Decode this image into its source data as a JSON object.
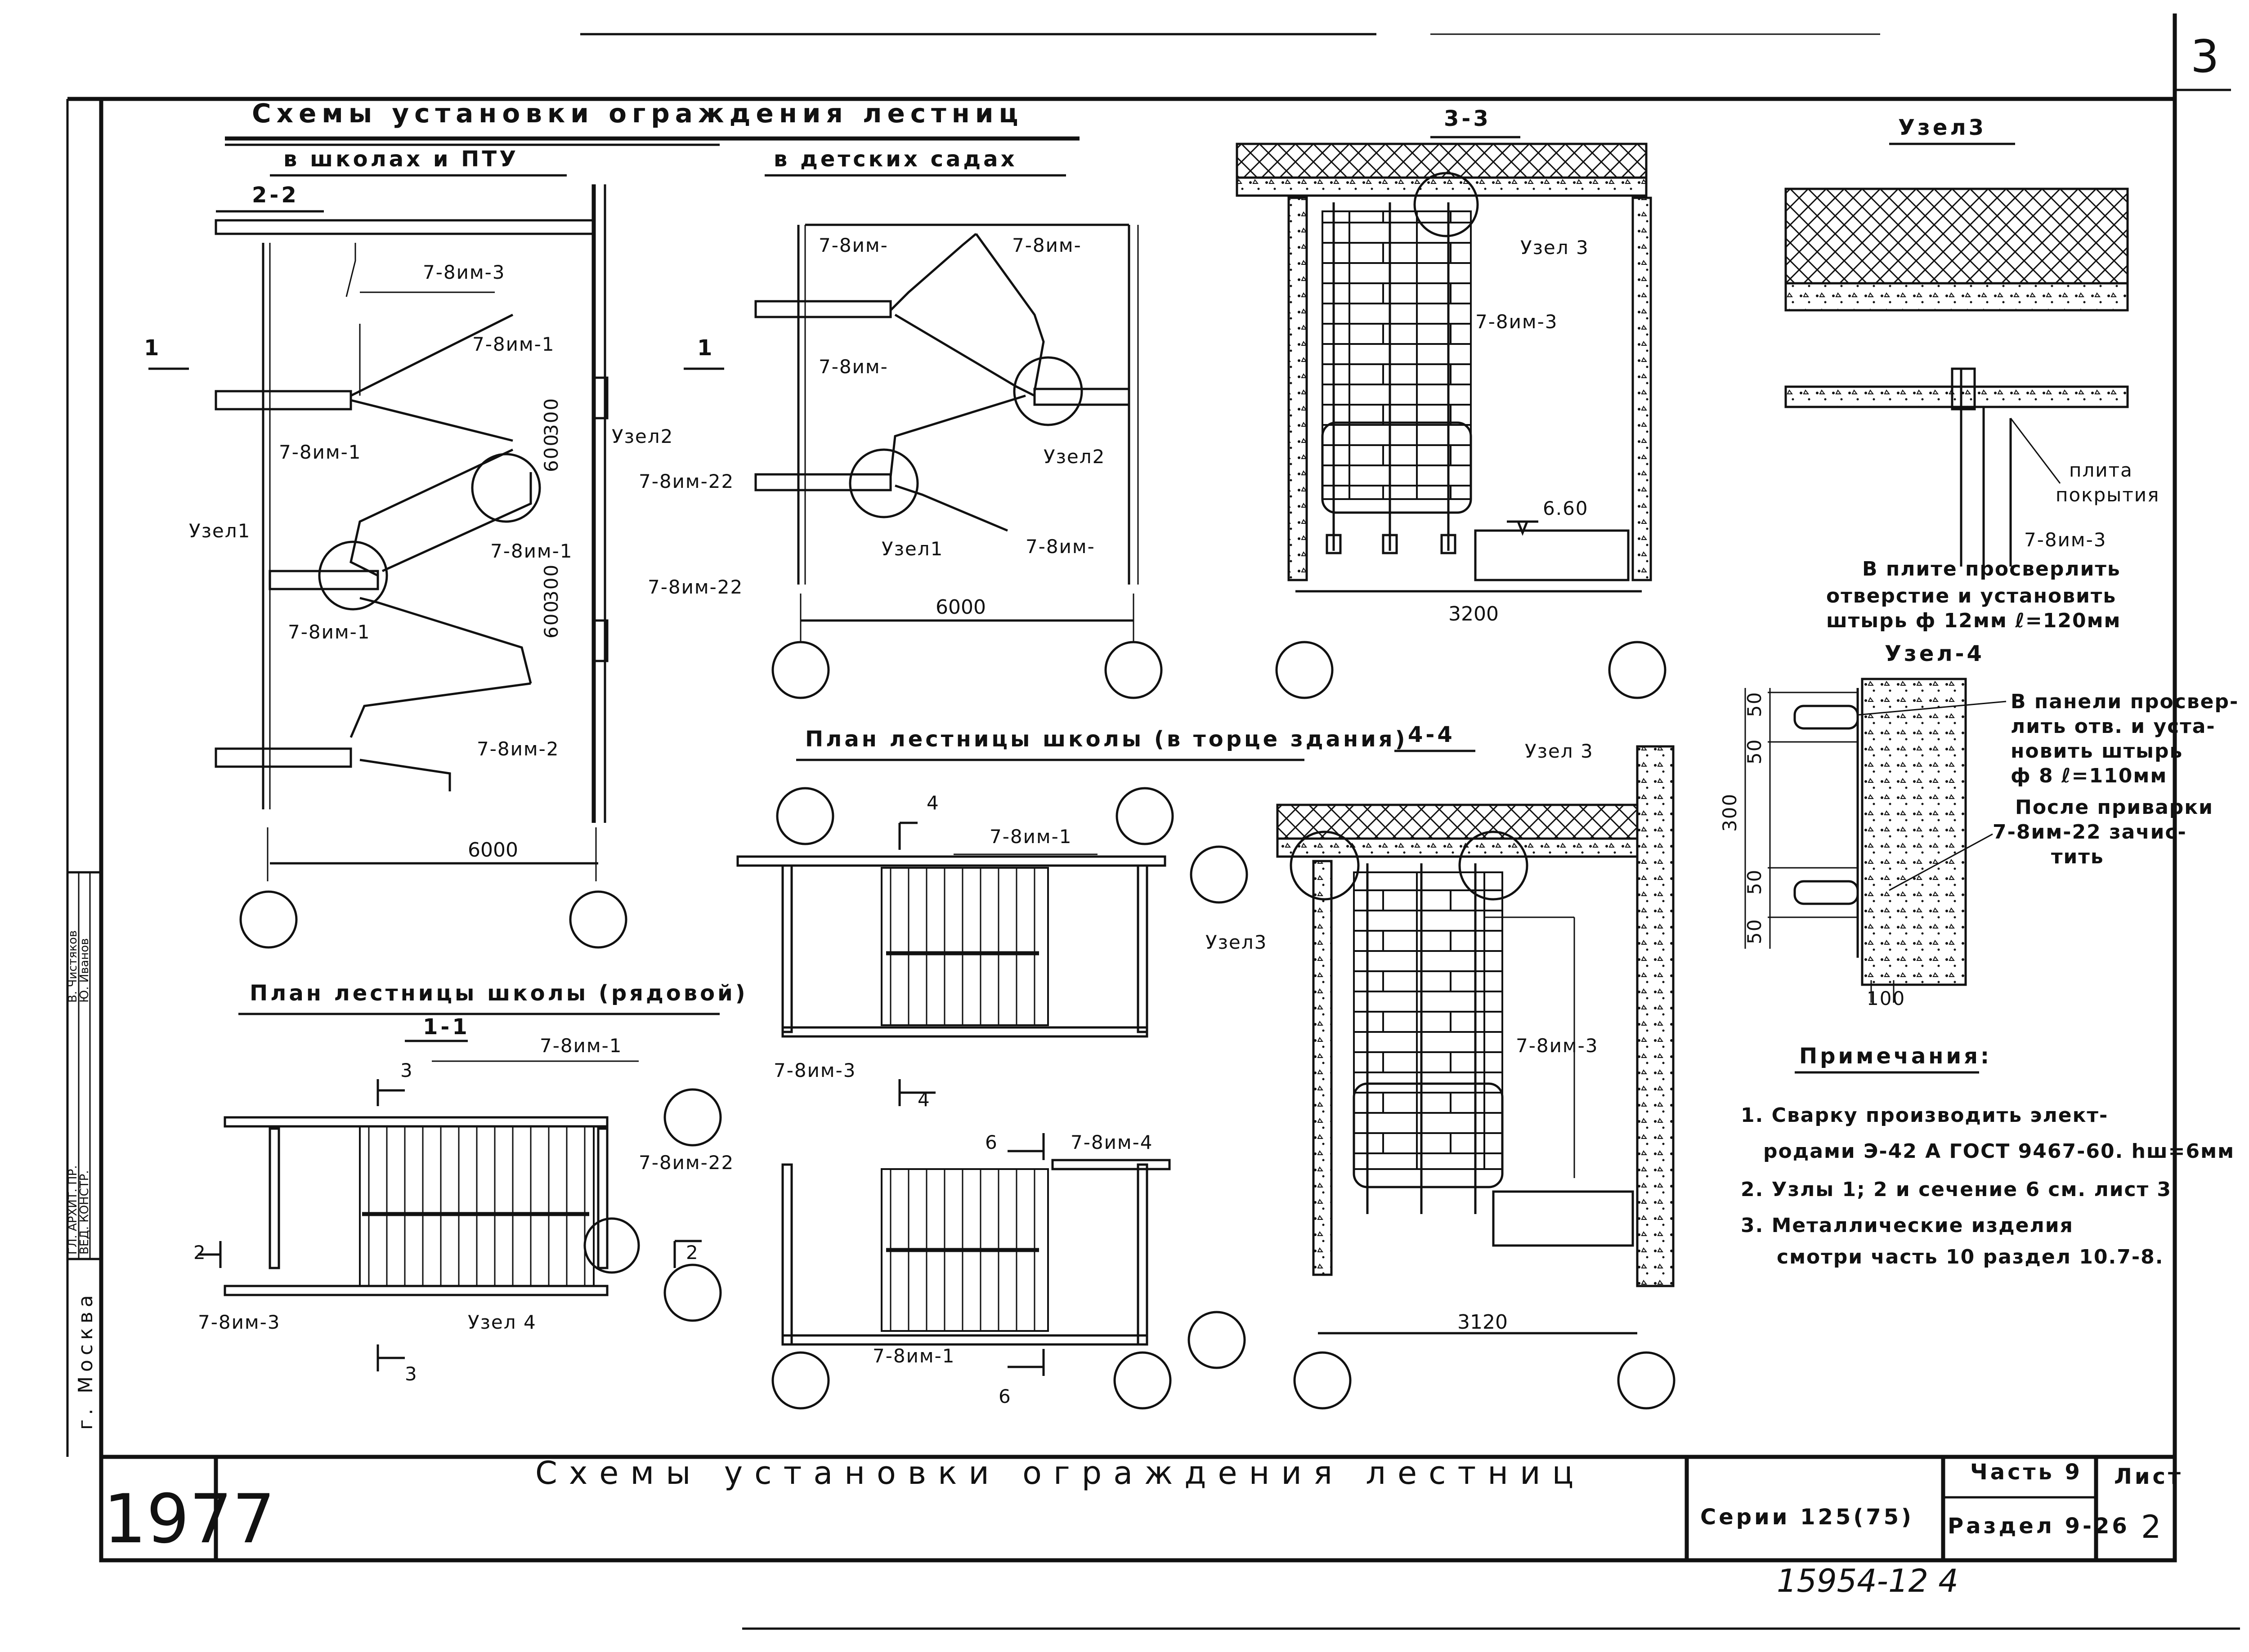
{
  "sheet": {
    "corner_number": "3",
    "header_title": "Схемы установки ограждения лестниц",
    "sub_schools": "в школах и ПТУ",
    "sub_kindergartens": "в детских садах"
  },
  "section_2_2": {
    "label": "2-2",
    "marks": [
      "7-8им-3",
      "7-8им-1",
      "7-8им-1",
      "7-8им-1",
      "7-8им-1",
      "7-8им-2",
      "7-8им-22",
      "7-8им-22"
    ],
    "nodes": [
      "Узел1",
      "Узел2"
    ],
    "cut_left": "1",
    "cut_right": "1",
    "dims_vert": [
      "600",
      "300",
      "600",
      "300"
    ],
    "span": "6000"
  },
  "kinder": {
    "marks": [
      "7-8им-",
      "7-8им-",
      "7-8им-",
      "7-8им-"
    ],
    "nodes": [
      "Узел2",
      "Узел1"
    ],
    "span": "6000"
  },
  "section_3_3": {
    "label": "3-3",
    "node": "Узел 3",
    "mark": "7-8им-3",
    "level": "6.60",
    "span": "3200"
  },
  "node3": {
    "title": "Узел3",
    "slab_label_1": "плита",
    "slab_label_2": "покрытия",
    "mark": "7-8им-3",
    "note_1": "В плите просверлить",
    "note_2": "отверстие и установить",
    "note_3": "штырь ф 12мм ℓ=120мм"
  },
  "node4": {
    "title": "Узел-4",
    "note_1": "В панели просвер-",
    "note_2": "лить отв. и уста-",
    "note_3": "новить штырь",
    "note_4": "ф 8 ℓ=110мм",
    "note_5": "После приварки",
    "note_6": "7-8им-22 зачис-",
    "note_7": "тить",
    "dims": [
      "50",
      "50",
      "300",
      "50",
      "50",
      "100"
    ]
  },
  "plan_end": {
    "title": "План лестницы школы (в торце здания)",
    "marks": [
      "7-8им-1",
      "7-8им-3",
      "7-8им-4",
      "7-8им-1"
    ],
    "cuts": [
      "4",
      "4",
      "6",
      "6"
    ]
  },
  "plan_row": {
    "title": "План лестницы школы (рядовой)",
    "label": "1-1",
    "marks": [
      "7-8им-1",
      "7-8им-22",
      "7-8им-3"
    ],
    "node": "Узел 4",
    "cuts": [
      "3",
      "3",
      "2",
      "2"
    ]
  },
  "section_4_4": {
    "label": "4-4",
    "nodes": [
      "Узел 3",
      "Узел3"
    ],
    "mark": "7-8им-3",
    "span": "3120"
  },
  "notes": {
    "title": "Примечания:",
    "items": [
      "1. Сварку производить элект-",
      "родами Э-42 А ГОСТ 9467-60. hш=6мм",
      "2. Узлы 1; 2 и сечение 6 см. лист 3",
      "3. Металлические изделия",
      "смотри часть 10 раздел 10.7-8."
    ]
  },
  "side_stamp": {
    "city": "г. Москва",
    "row1": "ГЛ. АРХИТ. ПР.",
    "row2": "ВЕД. КОНСТР.",
    "name1": "В. Чистяков",
    "name2": "Ю. Иванов"
  },
  "title_block": {
    "year": "1977",
    "title": "Схемы установки ограждения лестниц",
    "series_label": "Серии 125(75)",
    "part": "Часть 9",
    "section": "Раздел 9-26",
    "sheet_label": "Лист",
    "sheet_no": "2"
  },
  "archive_number": "15954-12   4"
}
